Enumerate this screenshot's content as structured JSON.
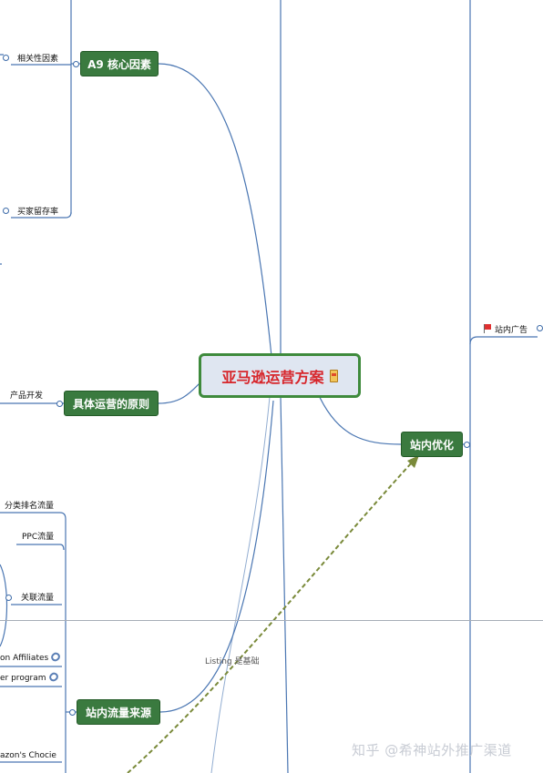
{
  "root": {
    "label": "亚马逊运营方案",
    "icon": "note-icon"
  },
  "topics": {
    "a9": "A9 核心因素",
    "principles": "具体运营的原则",
    "traffic": "站内流量来源",
    "onsite": "站内优化"
  },
  "subtopics": {
    "relevance": "相关性因素",
    "retention": "买家留存率",
    "product_dev": "产品开发",
    "category_rank": "分类排名流量",
    "ppc": "PPC流量",
    "related": "关联流量",
    "affiliates": "on Affiliates",
    "program": "er program",
    "choice": "azon's Chocie",
    "onsite_ads": "站内广告"
  },
  "relationship": {
    "label": "Listing 是基础"
  },
  "watermark": "知乎 @希神站外推广渠道",
  "colors": {
    "topic_fill": "#3a7a3f",
    "root_fill": "#dfe6f1",
    "root_text": "#d7262b",
    "connector": "#4a76b2",
    "relationship": "#7a8a3a"
  }
}
